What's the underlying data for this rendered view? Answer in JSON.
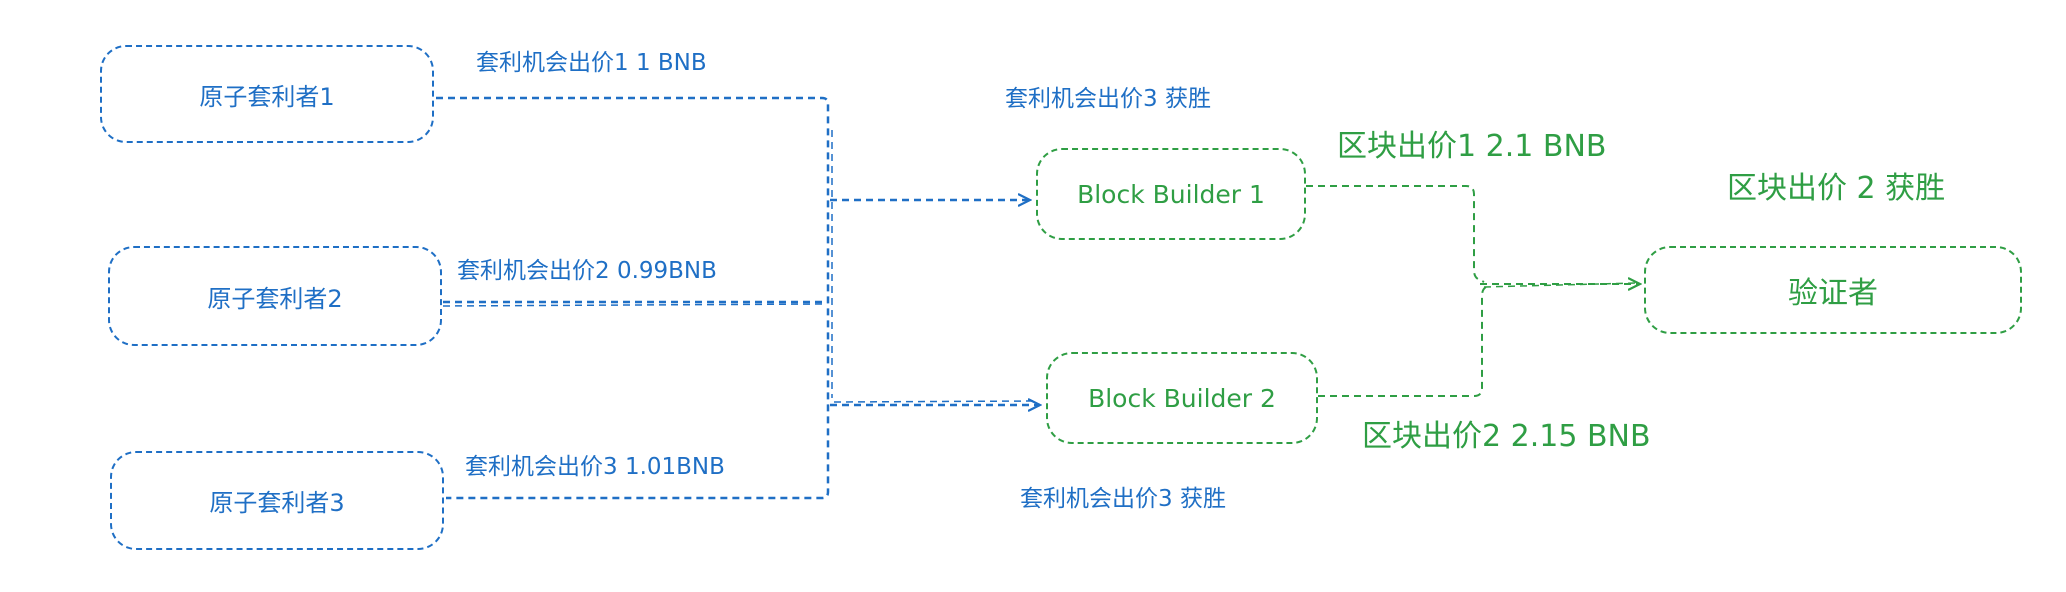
{
  "colors": {
    "blue": "#1f6fc5",
    "green": "#2f9e44"
  },
  "nodes": {
    "arb1": "原子套利者1",
    "arb2": "原子套利者2",
    "arb3": "原子套利者3",
    "builder1": "Block Builder 1",
    "builder2": "Block Builder 2",
    "validator": "验证者"
  },
  "labels": {
    "bid1": "套利机会出价1  1 BNB",
    "bid2": "套利机会出价2   0.99BNB",
    "bid3": "套利机会出价3   1.01BNB",
    "win_top": "套利机会出价3   获胜",
    "win_bottom": "套利机会出价3   获胜",
    "block_bid1": "区块出价1 2.1 BNB",
    "block_bid2": "区块出价2  2.15 BNB",
    "block_win": "区块出价 2  获胜"
  }
}
